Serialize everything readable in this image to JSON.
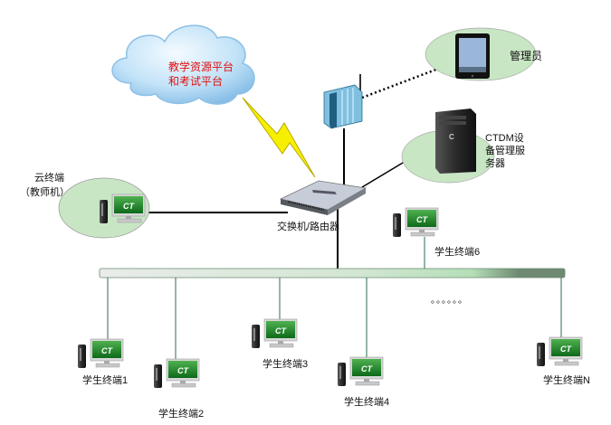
{
  "cloud": {
    "line1": "教学资源平台",
    "line2": "和考试平台"
  },
  "admin": {
    "label": "管理员"
  },
  "server": {
    "line1": "CTDM设",
    "line2": "备管理服",
    "line3": "务器"
  },
  "teacher": {
    "line1": "云终端",
    "line2": "（教师机）"
  },
  "switch": {
    "label": "交换机/路由器"
  },
  "students": [
    {
      "label": "学生终端1"
    },
    {
      "label": "学生终端2"
    },
    {
      "label": "学生终端3"
    },
    {
      "label": "学生终端4"
    },
    {
      "label": "学生终端6"
    },
    {
      "label": "学生终端N"
    }
  ],
  "ellipsis": "。。。。。。",
  "screen_logo": "CT",
  "colors": {
    "ellipse": "#c8e6c4",
    "bus_start": "#e8e8e8",
    "bus_end": "#6f8f72",
    "bolt": "#f6f000",
    "cloud": "#a9d4f2",
    "drop_line": "#2e6b50"
  }
}
